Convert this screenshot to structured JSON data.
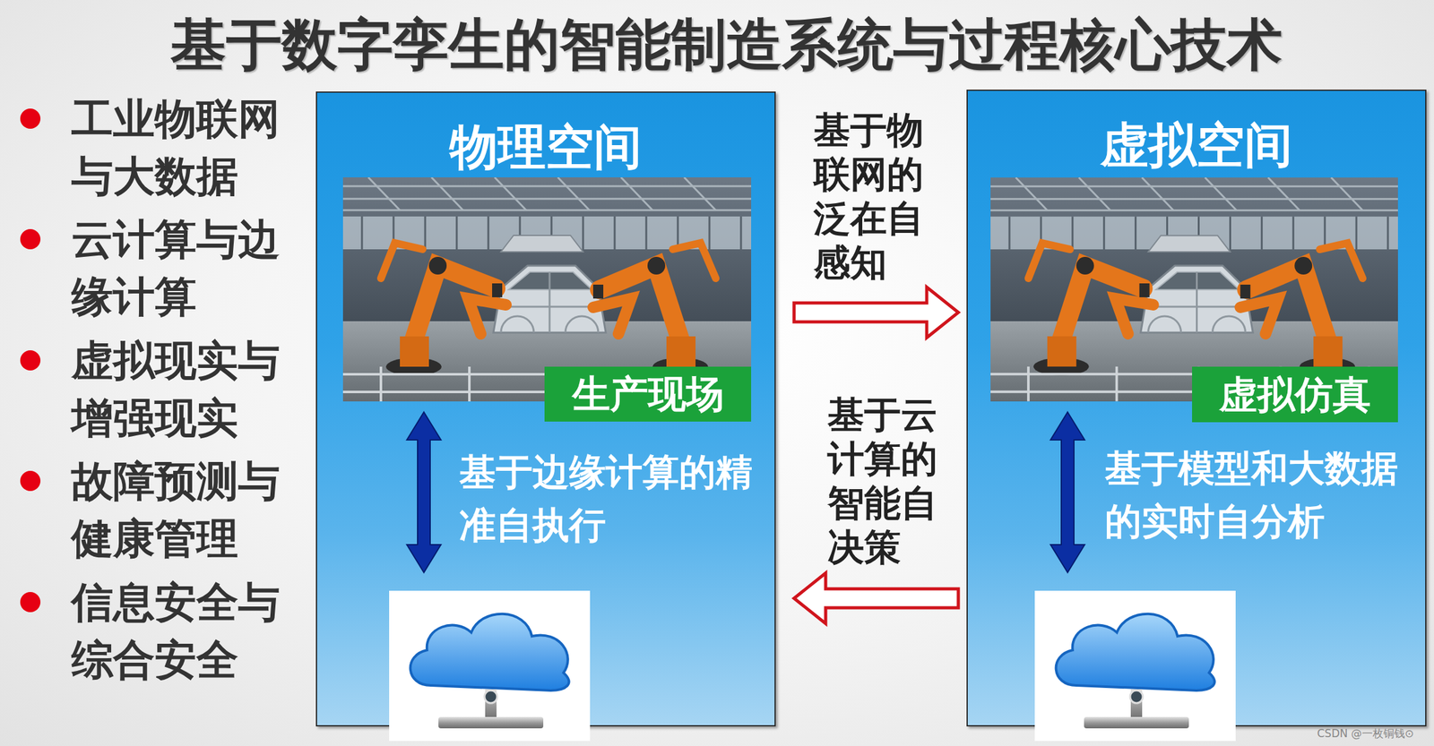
{
  "diagram": {
    "title": "基于数字孪生的智能制造系统与过程核心技术",
    "nodes": [
      {
        "text": [
          "物理空间"
        ]
      },
      {
        "text": [
          "生产现场"
        ],
        "in": 0
      },
      {
        "text": [
          "虚拟空间"
        ]
      },
      {
        "text": [
          "虚拟仿真"
        ],
        "in": 2
      }
    ],
    "edges": [
      {
        "from": 0,
        "to": 2,
        "arrow": "to",
        "label": "基于物联网的泛在自感知"
      },
      {
        "from": 2,
        "to": 0,
        "arrow": "to",
        "label": "基于云计算的智能自决策"
      }
    ],
    "labels": [
      "工业物联网与大数据",
      "云计算与边缘计算",
      "虚拟现实与增强现实",
      "故障预测与健康管理",
      "信息安全与综合安全",
      "基于边缘计算的精准自执行",
      "基于模型和大数据的实时自分析",
      "CSDN @一枚铜钱⊙"
    ]
  }
}
